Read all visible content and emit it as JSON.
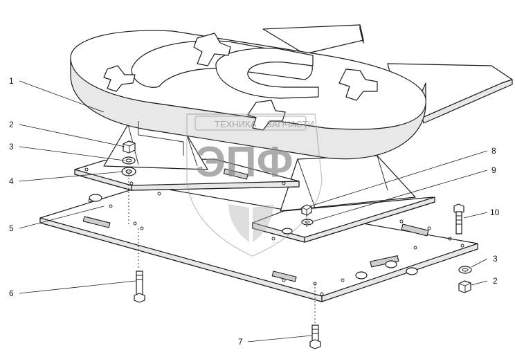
{
  "watermark": {
    "top_text": "ТЕХНИКА",
    "top_text_2": "ЗАПЧАСТИ",
    "logo_text": "ЭПФ"
  },
  "callouts": [
    {
      "id": "c1",
      "label": "1"
    },
    {
      "id": "c2a",
      "label": "2"
    },
    {
      "id": "c3a",
      "label": "3"
    },
    {
      "id": "c4",
      "label": "4"
    },
    {
      "id": "c5",
      "label": "5"
    },
    {
      "id": "c6",
      "label": "6"
    },
    {
      "id": "c7",
      "label": "7"
    },
    {
      "id": "c8",
      "label": "8"
    },
    {
      "id": "c9",
      "label": "9"
    },
    {
      "id": "c10",
      "label": "10"
    },
    {
      "id": "c3b",
      "label": "3"
    },
    {
      "id": "c2b",
      "label": "2"
    }
  ],
  "colors": {
    "line": "#1a1a1a",
    "watermark": "#9a9a9a"
  }
}
